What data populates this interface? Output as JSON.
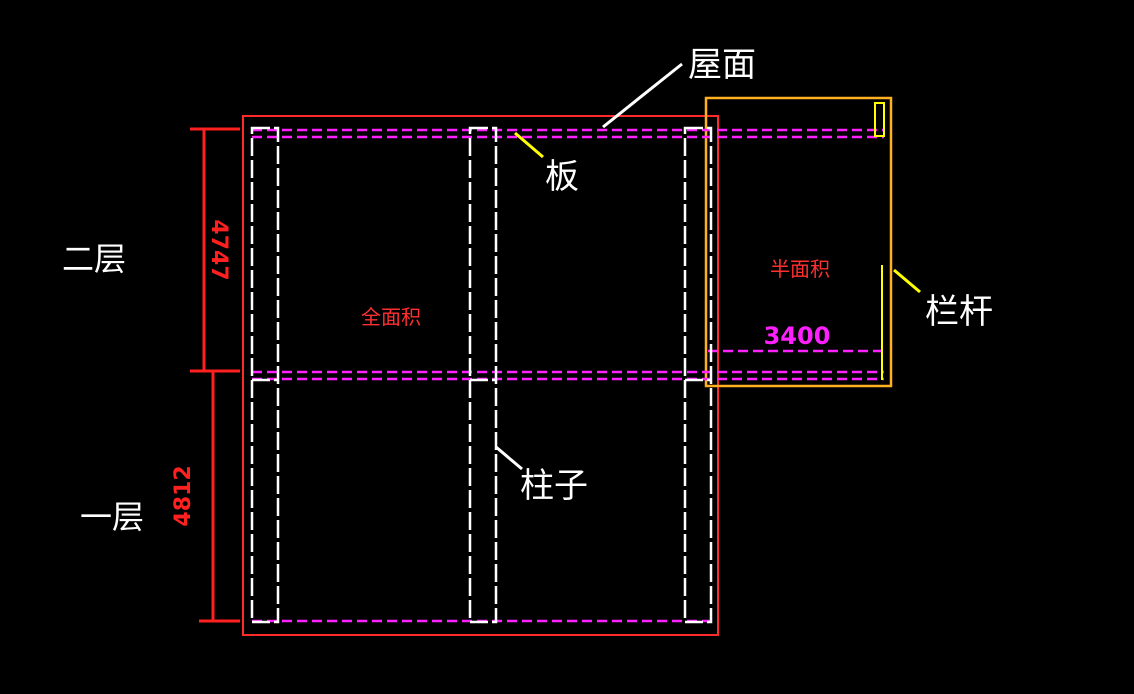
{
  "labels": {
    "roof": "屋面",
    "slab": "板",
    "railing": "栏杆",
    "column": "柱子",
    "floor2": "二层",
    "floor1": "一层",
    "full_area": "全面积",
    "half_area": "半面积"
  },
  "dimensions": {
    "floor2_height": "4747",
    "floor1_height": "4812",
    "overhang_width": "3400"
  },
  "colors": {
    "background": "#000000",
    "building_outline": "#ff2a2a",
    "overhang_outline": "#ffb020",
    "slab_lines": "#ff20ff",
    "columns": "#ffffff",
    "leaders_white": "#ffffff",
    "leaders_yellow": "#ffff00",
    "dimension_red": "#ff2020"
  }
}
